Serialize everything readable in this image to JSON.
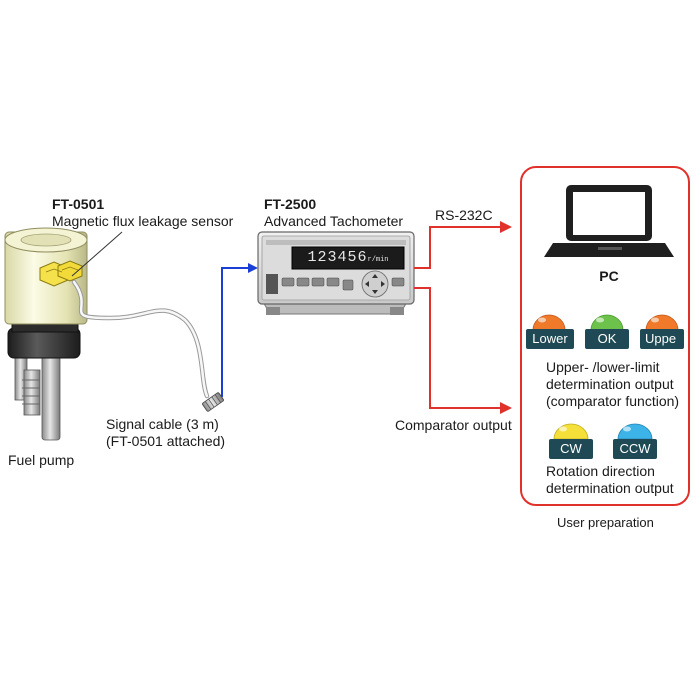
{
  "sensor": {
    "model": "FT-0501",
    "name": "Magnetic flux leakage sensor"
  },
  "tachometer": {
    "model": "FT-2500",
    "name": "Advanced Tachometer",
    "display_value": "123456",
    "display_unit": "r/min"
  },
  "cable": {
    "line1": "Signal cable (3 m)",
    "line2": "(FT-0501 attached)"
  },
  "fuel_pump_label": "Fuel pump",
  "outputs": {
    "rs232c": "RS-232C",
    "comparator": "Comparator output"
  },
  "user_prep": {
    "pc_label": "PC",
    "limit_lamps": [
      {
        "label": "Lower",
        "color": "#f07a2a"
      },
      {
        "label": "OK",
        "color": "#6cc24a"
      },
      {
        "label": "Uppe",
        "color": "#f07a2a"
      }
    ],
    "limit_text": [
      "Upper- /lower-limit",
      "determination output",
      "(comparator function)"
    ],
    "rotation_lamps": [
      {
        "label": "CW",
        "color": "#f5e03a"
      },
      {
        "label": "CCW",
        "color": "#3db4e8"
      }
    ],
    "rotation_text": [
      "Rotation direction",
      "determination output"
    ],
    "caption": "User preparation"
  },
  "colors": {
    "arrow_blue": "#1a3fd6",
    "arrow_red": "#e0312a",
    "frame_red": "#e0312a"
  }
}
